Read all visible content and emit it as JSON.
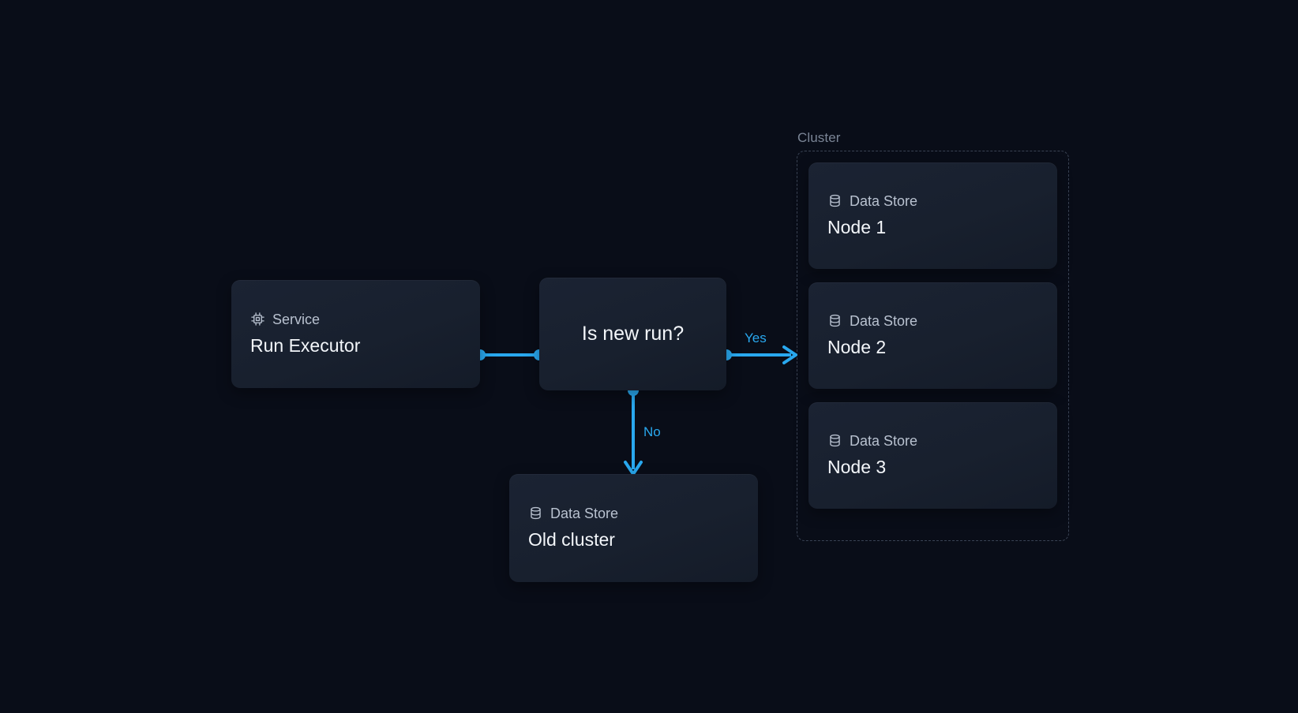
{
  "colors": {
    "canvas_bg": "#090d18",
    "node_bg": "#1a2230",
    "edge_blue": "#29a8ef",
    "group_border": "#3a4354",
    "kind_text": "#b9c2d0",
    "title_text": "#f3f6fa",
    "group_label_text": "#7b8596"
  },
  "group": {
    "label": "Cluster"
  },
  "nodes": {
    "run_executor": {
      "kind": "Service",
      "icon": "cpu-chip-icon",
      "title": "Run Executor"
    },
    "decision": {
      "text": "Is new run?"
    },
    "old_cluster": {
      "kind": "Data Store",
      "icon": "database-icon",
      "title": "Old cluster"
    },
    "node_1": {
      "kind": "Data Store",
      "icon": "database-icon",
      "title": "Node 1"
    },
    "node_2": {
      "kind": "Data Store",
      "icon": "database-icon",
      "title": "Node 2"
    },
    "node_3": {
      "kind": "Data Store",
      "icon": "database-icon",
      "title": "Node 3"
    }
  },
  "edges": {
    "executor_to_decision": {
      "label": ""
    },
    "decision_to_node2": {
      "label": "Yes"
    },
    "decision_to_old_cluster": {
      "label": "No"
    }
  }
}
